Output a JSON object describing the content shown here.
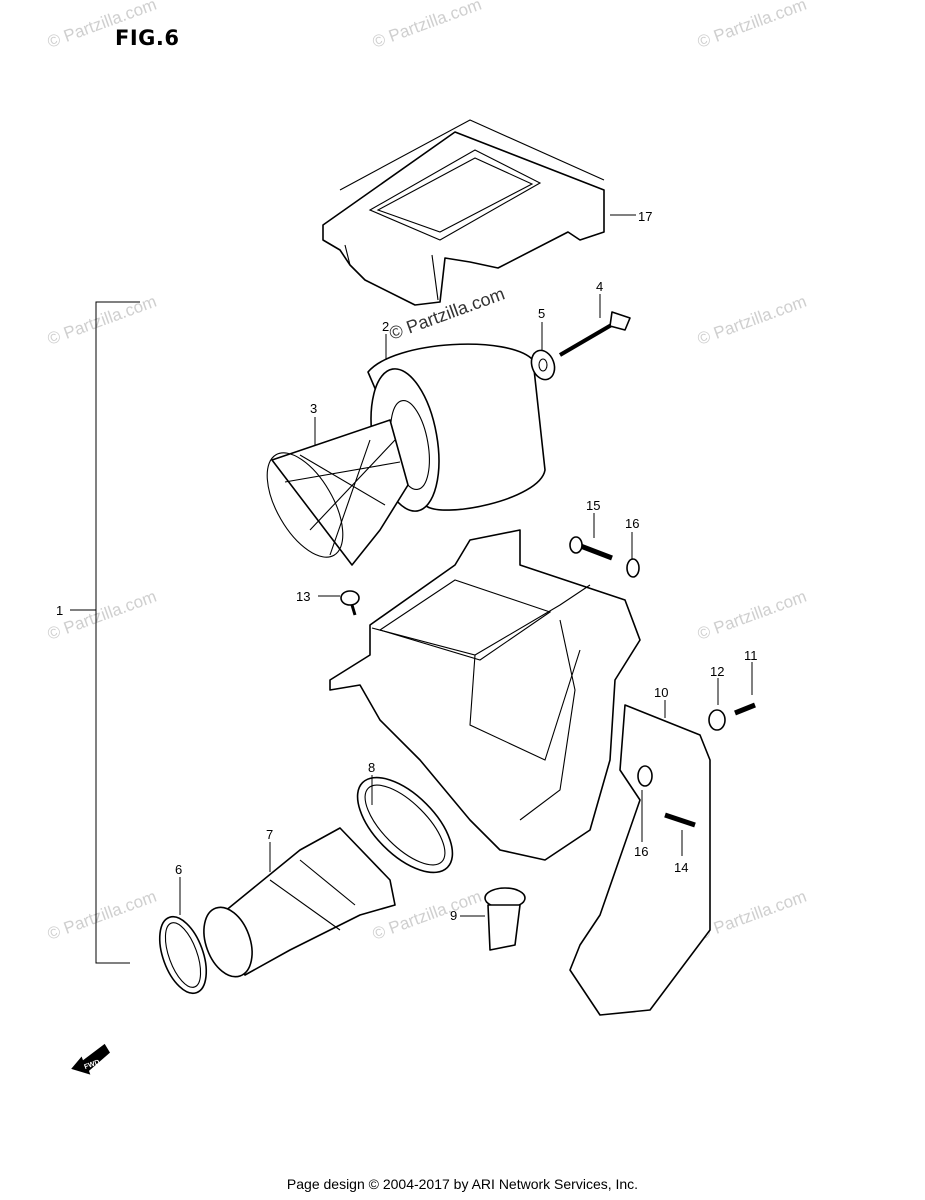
{
  "figure": {
    "title": "FIG.6"
  },
  "footer": {
    "text": "Page design © 2004-2017 by ARI Network Services, Inc."
  },
  "watermark": {
    "text": "© Partzilla.com",
    "text_main": "© Partzilla.com"
  },
  "direction_marker": {
    "label": "FWD"
  },
  "callouts": {
    "c1": "1",
    "c2": "2",
    "c3": "3",
    "c4": "4",
    "c5": "5",
    "c6": "6",
    "c7": "7",
    "c8": "8",
    "c9": "9",
    "c10": "10",
    "c11": "11",
    "c12": "12",
    "c13": "13",
    "c14": "14",
    "c15": "15",
    "c16a": "16",
    "c16b": "16",
    "c17": "17"
  }
}
